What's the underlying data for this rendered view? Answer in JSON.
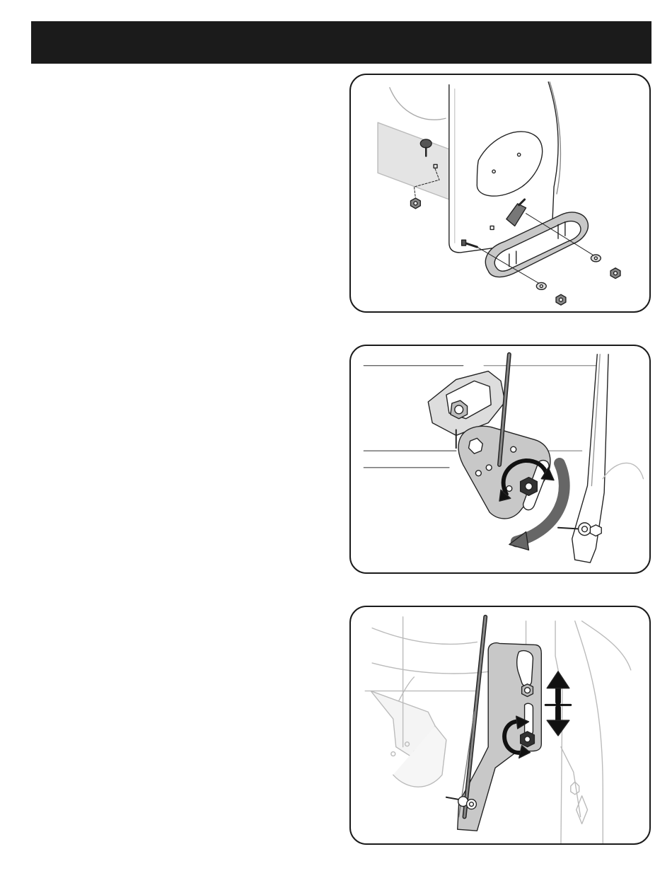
{
  "header": {
    "title": ""
  },
  "illustrations": [
    {
      "icon": "skid-shoe-assembly-illustration"
    },
    {
      "icon": "idler-bracket-adjustment-illustration"
    },
    {
      "icon": "belt-guide-adjustment-illustration"
    }
  ],
  "colors": {
    "header": "#1b1b1b",
    "line": "#222222",
    "fill_light": "#e4e4e4",
    "fill_mid": "#c8c8c8",
    "arrow": "#666666"
  }
}
